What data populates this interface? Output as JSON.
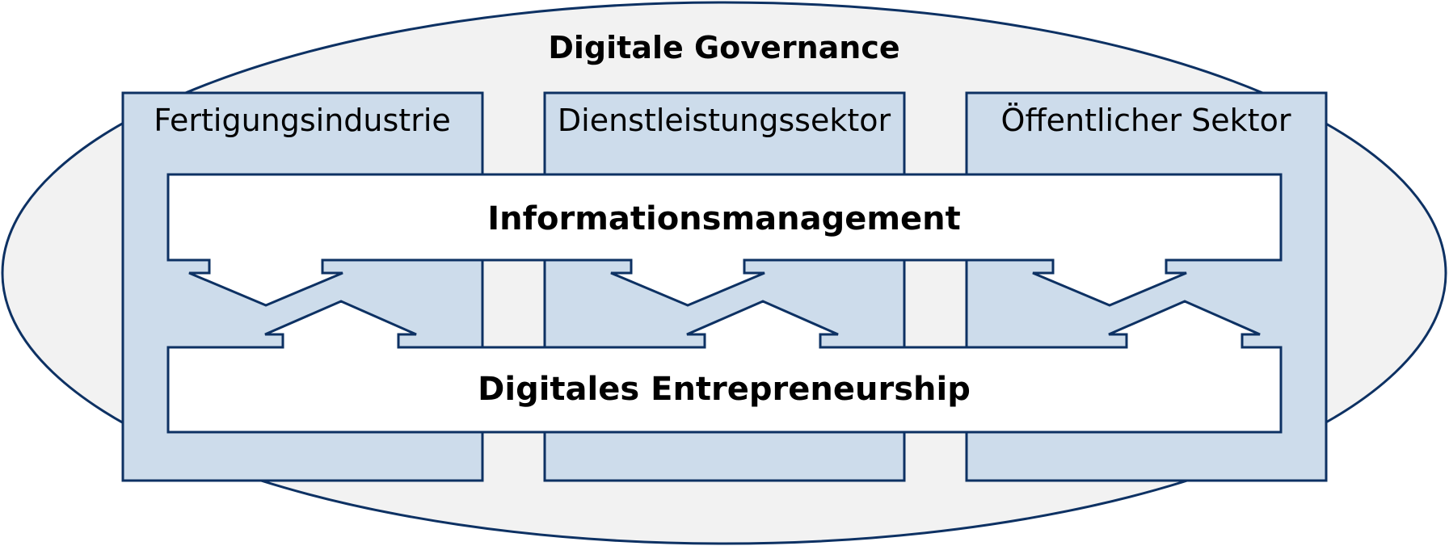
{
  "outer_title": "Digitale Governance",
  "sectors": [
    {
      "name": "Fertigungsindustrie"
    },
    {
      "name": "Dienstleistungssektor"
    },
    {
      "name": "Öffentlicher Sektor"
    }
  ],
  "top_band": "Informationsmanagement",
  "bottom_band": "Digitales Entrepreneurship",
  "colors": {
    "stroke": "#0d3163",
    "ellipse_fill": "#f2f2f2",
    "sector_fill": "#cddceb",
    "band_fill": "#ffffff"
  }
}
